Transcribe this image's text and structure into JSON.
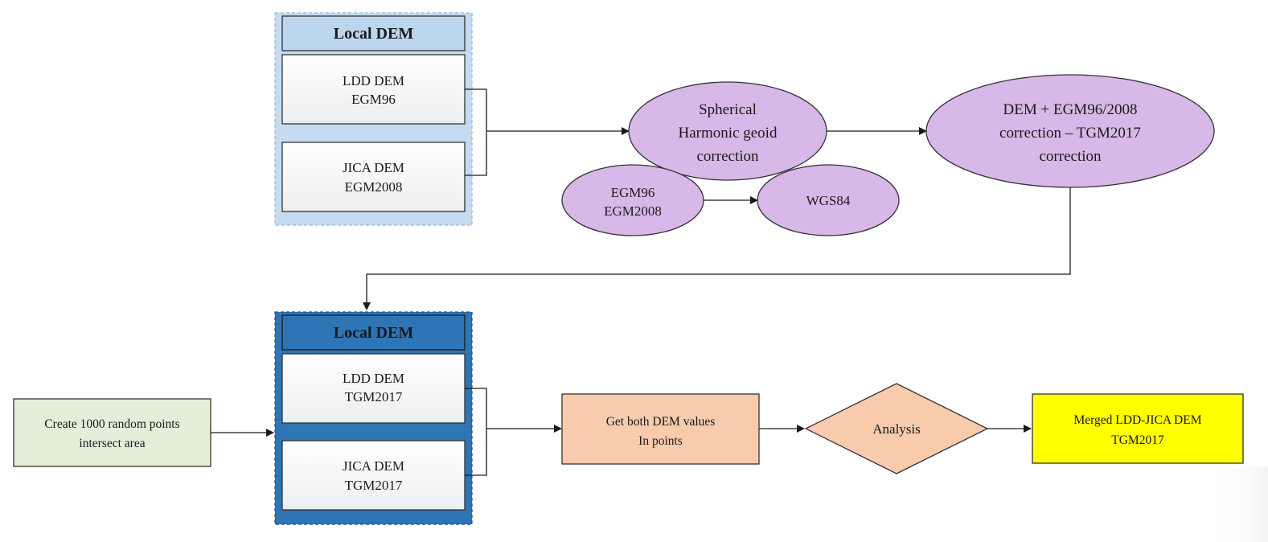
{
  "top_group": {
    "header": "Local DEM",
    "box1": [
      "LDD DEM",
      "EGM96"
    ],
    "box2": [
      "JICA DEM",
      "EGM2008"
    ]
  },
  "ellipses": {
    "spherical": [
      "Spherical",
      "Harmonic geoid",
      "correction"
    ],
    "egm": [
      "EGM96",
      "EGM2008"
    ],
    "wgs": "WGS84",
    "correction": [
      "DEM + EGM96/2008",
      "correction – TGM2017",
      "correction"
    ]
  },
  "bottom_group": {
    "header": "Local DEM",
    "box1": [
      "LDD DEM",
      "TGM2017"
    ],
    "box2": [
      "JICA DEM",
      "TGM2017"
    ]
  },
  "random_points": [
    "Create 1000 random points",
    "intersect area"
  ],
  "get_values": [
    "Get both DEM values",
    "In points"
  ],
  "analysis": "Analysis",
  "merged": [
    "Merged LDD-JICA DEM",
    "TGM2017"
  ],
  "colors": {
    "top_group_fill": "#c5dcf0",
    "top_header_fill": "#bcd6ee",
    "bottom_group_fill": "#2e75b6",
    "bottom_header_fill": "#2e75b6",
    "ellipse_fill": "#d8b8e8",
    "random_points_fill": "#e2efd9",
    "get_values_fill": "#f8cbad",
    "analysis_fill": "#f8cbad",
    "merged_fill": "#ffff00",
    "line": "#1a1a1a"
  }
}
